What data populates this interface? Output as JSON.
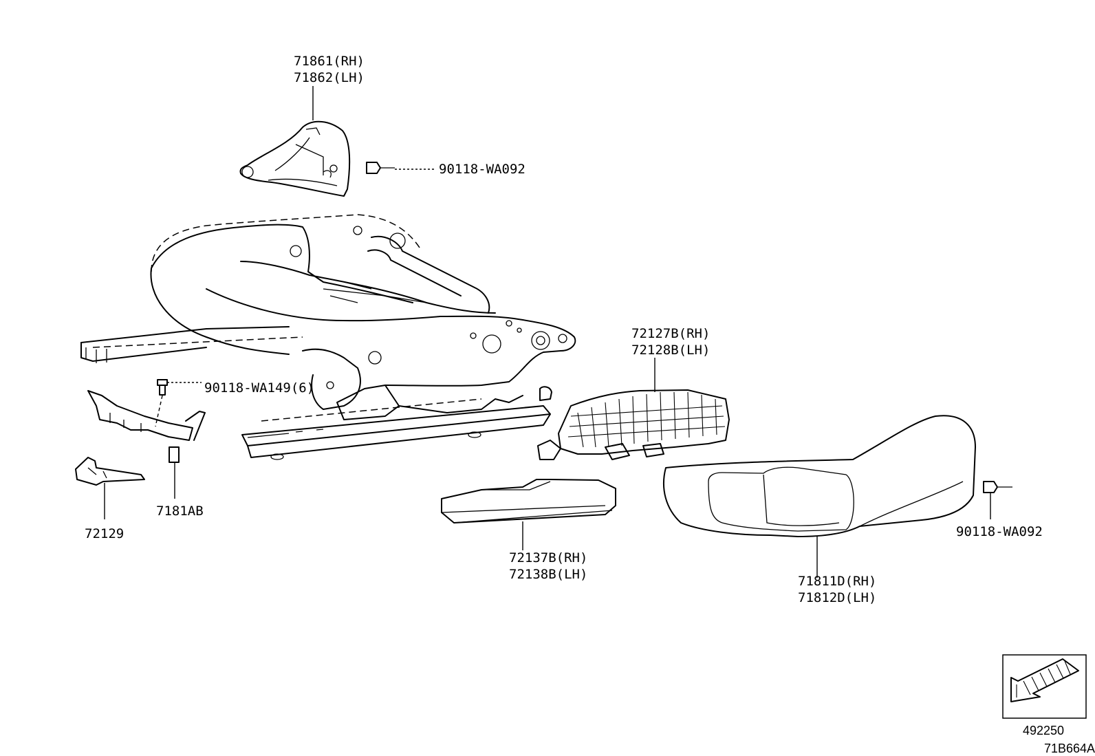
{
  "callouts": {
    "p71861_rh": "71861(RH)",
    "p71862_lh": "71862(LH)",
    "clip_top": "90118-WA092",
    "bolt_left": "90118-WA149(6)",
    "p72127b_rh": "72127B(RH)",
    "p72128b_lh": "72128B(LH)",
    "p72129": "72129",
    "p7181ab": "7181AB",
    "p72137b_rh": "72137B(RH)",
    "p72138b_lh": "72138B(LH)",
    "clip_right": "90118-WA092",
    "p71811d_rh": "71811D(RH)",
    "p71812d_lh": "71812D(LH)"
  },
  "legend": {
    "code": "492250"
  },
  "diagram_id": "71B664A",
  "icons": {
    "legend_arrow": "hatched-arrow-icon"
  }
}
